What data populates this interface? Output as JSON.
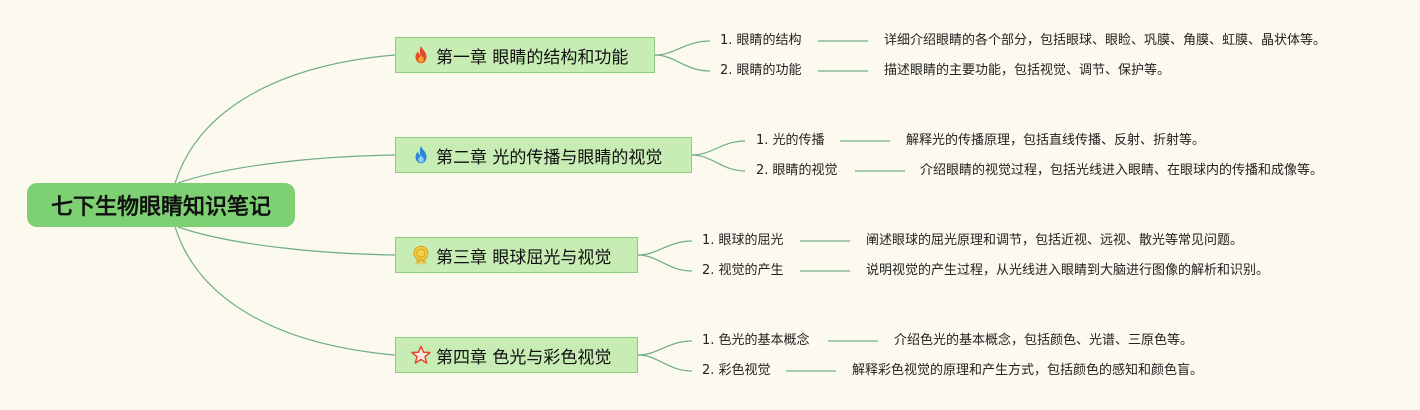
{
  "root": {
    "title": "七下生物眼睛知识笔记"
  },
  "chapters": [
    {
      "title": "第一章 眼睛的结构和功能",
      "icon": "fire-icon",
      "items": [
        {
          "label": "1. 眼睛的结构",
          "desc": "详细介绍眼睛的各个部分，包括眼球、眼睑、巩膜、角膜、虹膜、晶状体等。"
        },
        {
          "label": "2. 眼睛的功能",
          "desc": "描述眼睛的主要功能，包括视觉、调节、保护等。"
        }
      ]
    },
    {
      "title": "第二章 光的传播与眼睛的视觉",
      "icon": "blue-flame-icon",
      "items": [
        {
          "label": "1. 光的传播",
          "desc": "解释光的传播原理，包括直线传播、反射、折射等。"
        },
        {
          "label": "2. 眼睛的视觉",
          "desc": "介绍眼睛的视觉过程，包括光线进入眼睛、在眼球内的传播和成像等。"
        }
      ]
    },
    {
      "title": "第三章 眼球屈光与视觉",
      "icon": "medal-icon",
      "items": [
        {
          "label": "1. 眼球的屈光",
          "desc": "阐述眼球的屈光原理和调节，包括近视、远视、散光等常见问题。"
        },
        {
          "label": "2. 视觉的产生",
          "desc": "说明视觉的产生过程，从光线进入眼睛到大脑进行图像的解析和识别。"
        }
      ]
    },
    {
      "title": "第四章 色光与彩色视觉",
      "icon": "star-icon",
      "items": [
        {
          "label": "1. 色光的基本概念",
          "desc": "介绍色光的基本概念，包括颜色、光谱、三原色等。"
        },
        {
          "label": "2. 彩色视觉",
          "desc": "解释彩色视觉的原理和产生方式，包括颜色的感知和颜色盲。"
        }
      ]
    }
  ],
  "colors": {
    "background": "#fcf9ee",
    "root": "#7ed172",
    "chapter_fill": "#c7ecb4",
    "chapter_border": "#8fcc7e",
    "connector": "#6fae84"
  }
}
